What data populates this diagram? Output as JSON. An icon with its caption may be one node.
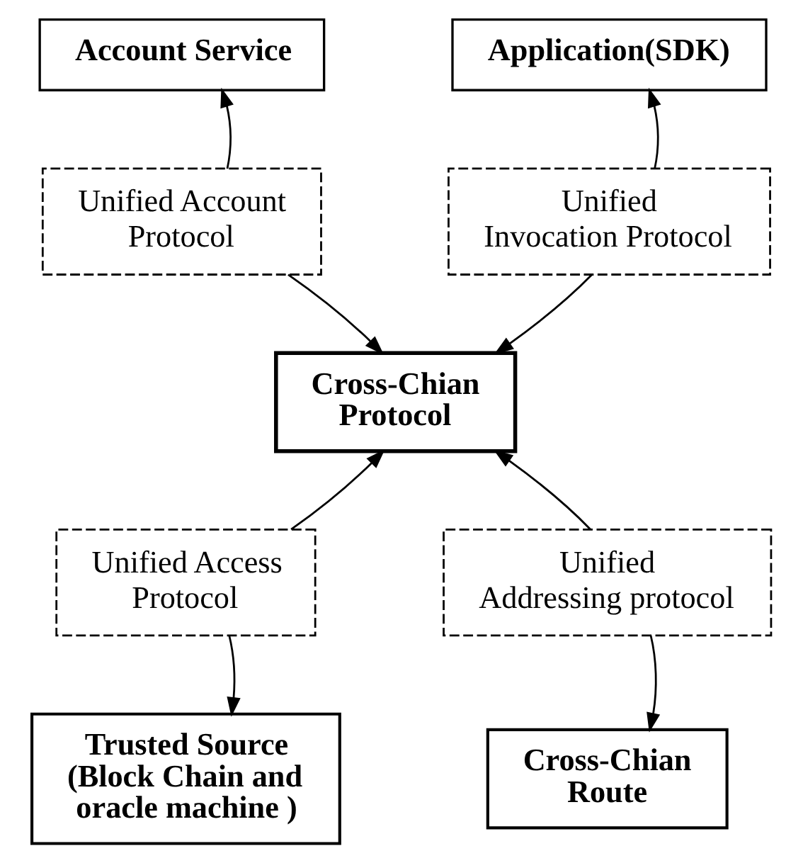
{
  "diagram": {
    "nodes": [
      {
        "text": [
          "Account Service"
        ]
      },
      {
        "text": [
          "Application(SDK)"
        ]
      },
      {
        "text": [
          "Unified Account Protocol"
        ]
      },
      {
        "text": [
          "Unified Invocation Protocol"
        ]
      },
      {
        "text": [
          "Cross-Chian Protocol"
        ]
      },
      {
        "text": [
          "Unified Access Protocol"
        ]
      },
      {
        "text": [
          "Unified Addressing protocol"
        ]
      },
      {
        "text": [
          "Trusted Source (Block Chain and oracle machine )"
        ]
      },
      {
        "text": [
          "Cross-Chian Route"
        ]
      }
    ],
    "edges": [
      {
        "from": 2,
        "to": 0,
        "arrow": "to"
      },
      {
        "from": 3,
        "to": 1,
        "arrow": "to"
      },
      {
        "from": 2,
        "to": 4,
        "arrow": "to"
      },
      {
        "from": 3,
        "to": 4,
        "arrow": "to"
      },
      {
        "from": 5,
        "to": 4,
        "arrow": "to"
      },
      {
        "from": 6,
        "to": 4,
        "arrow": "to"
      },
      {
        "from": 5,
        "to": 7,
        "arrow": "to"
      },
      {
        "from": 6,
        "to": 8,
        "arrow": "to"
      }
    ]
  }
}
